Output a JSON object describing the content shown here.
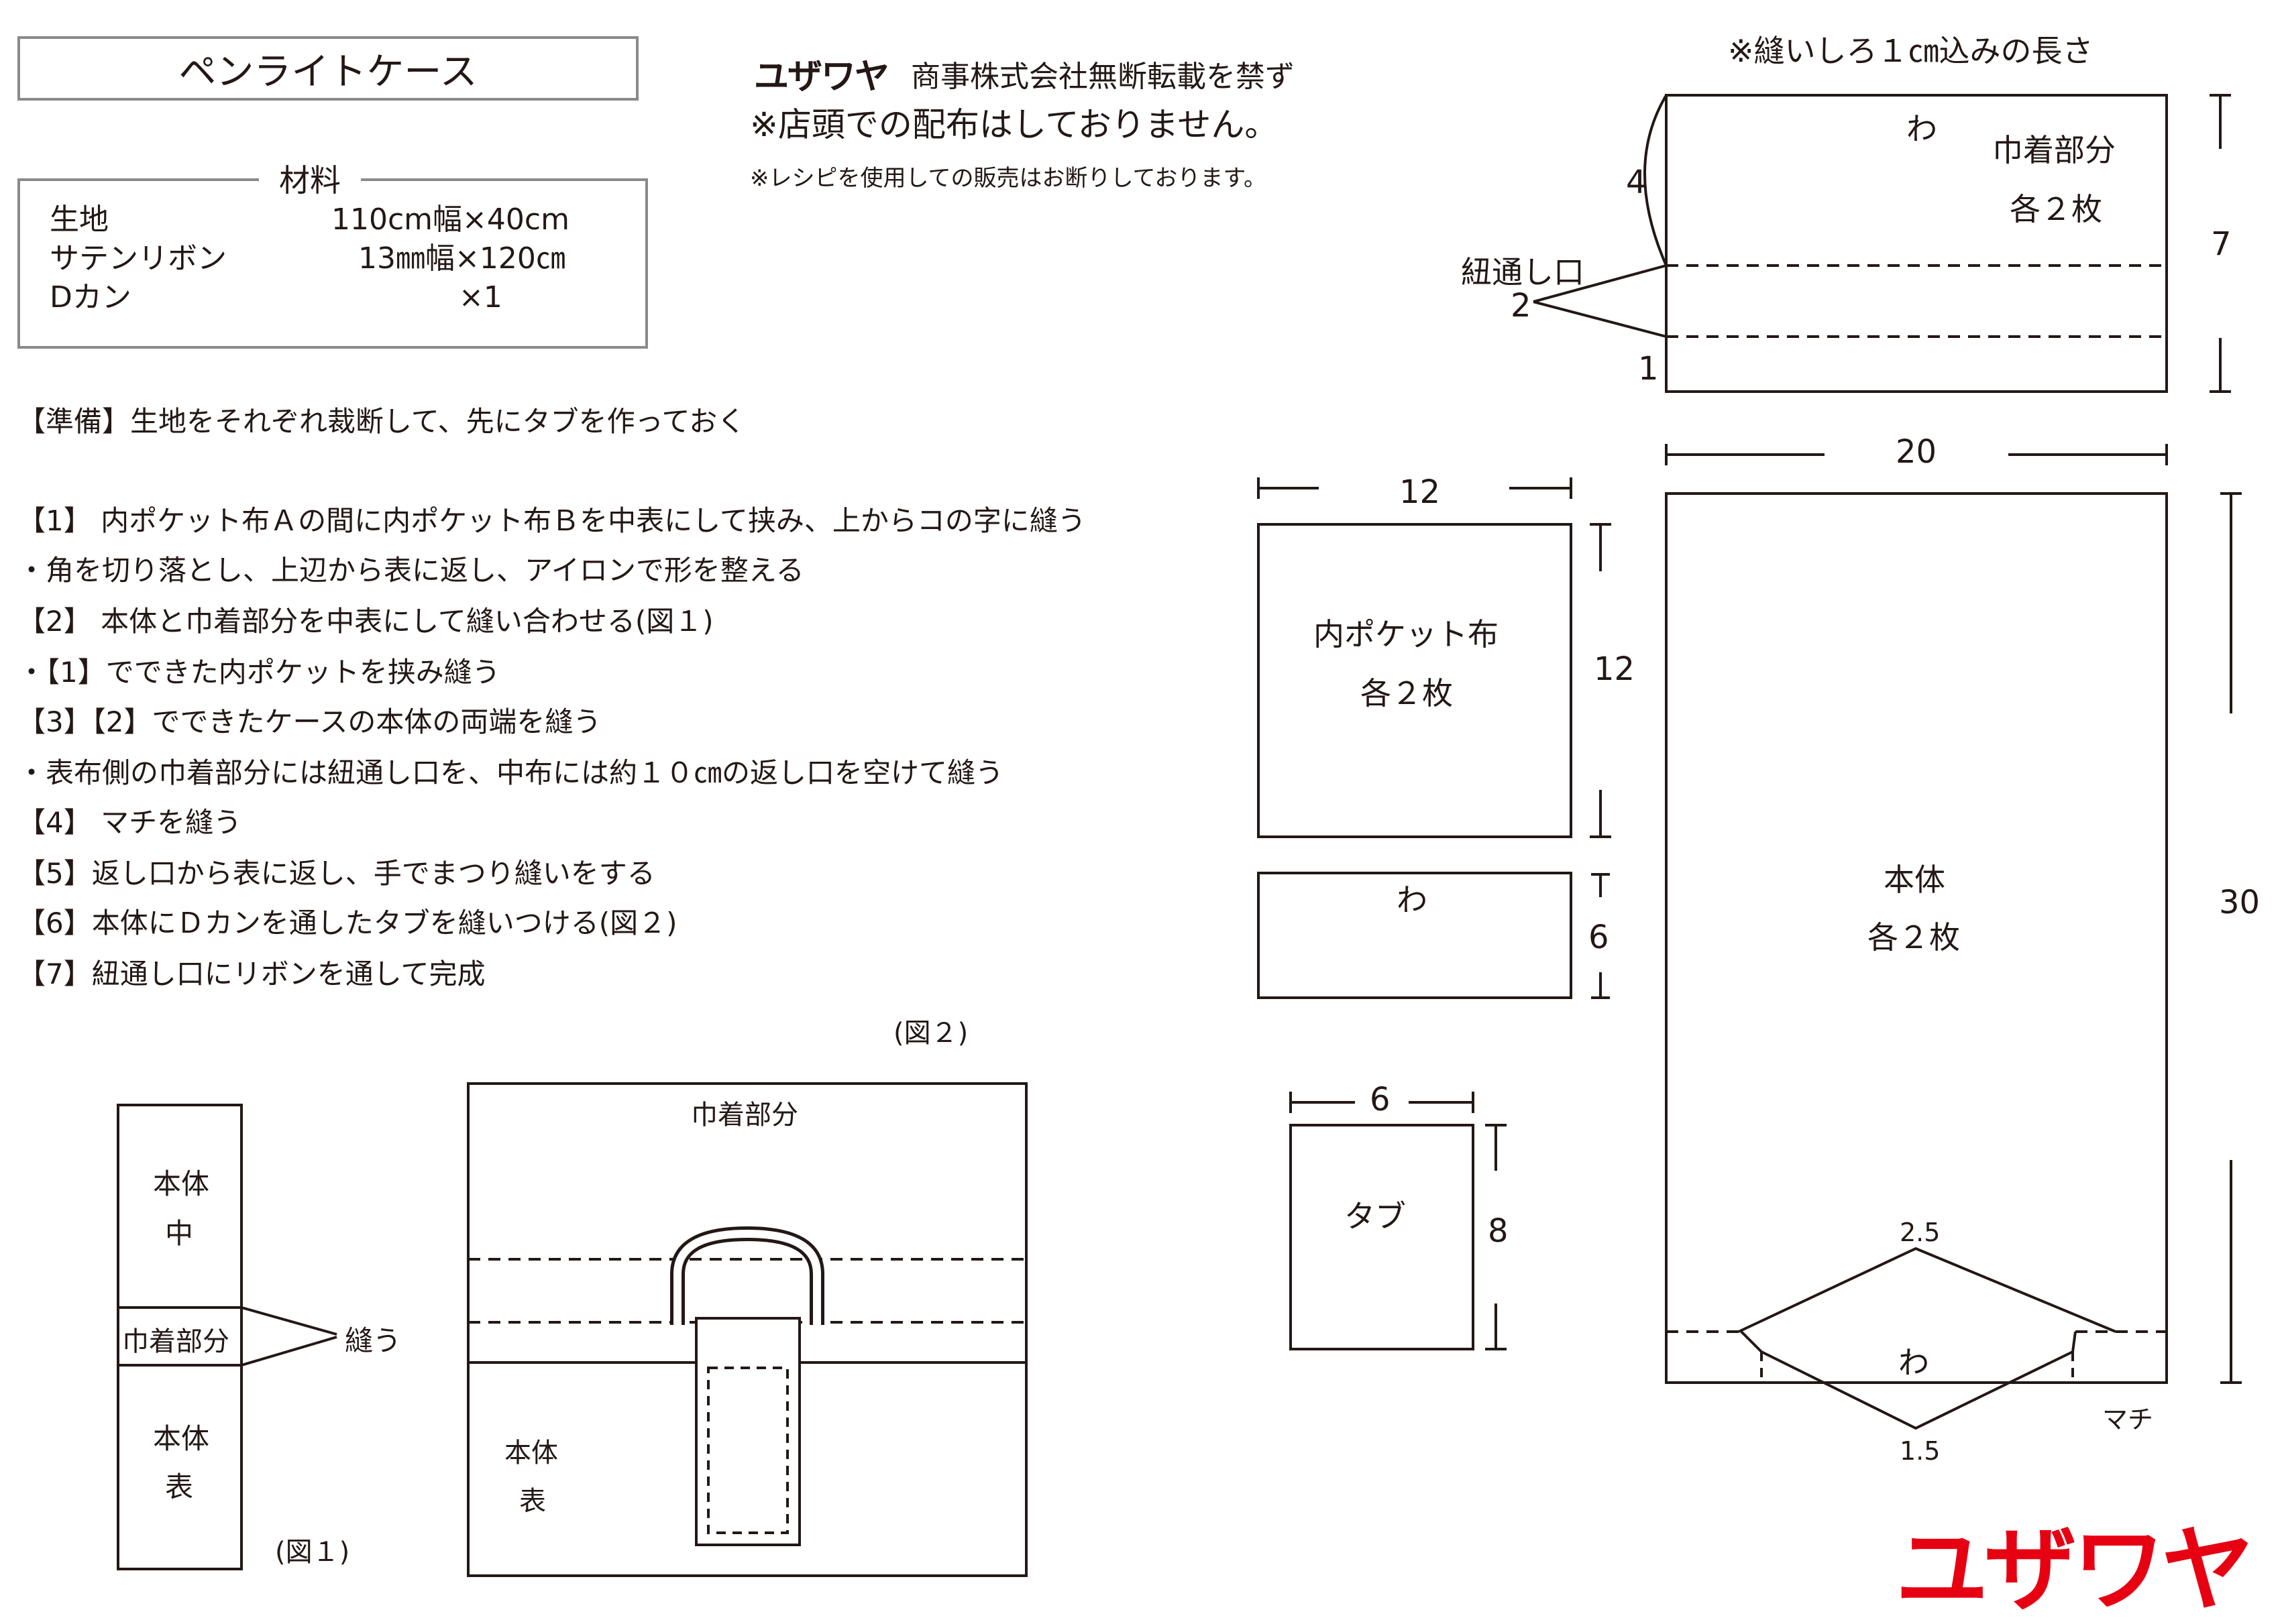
{
  "header": {
    "title": "ペンライトケース",
    "brand": "ユザワヤ",
    "copyright": "商事株式会社無断転載を禁ず",
    "notice_store": "※店頭での配布はしておりません。",
    "notice_sale": "※レシピを使用しての販売はお断りしております。",
    "seam_note": "※縫いしろ１㎝込みの長さ"
  },
  "materials": {
    "heading": "材料",
    "items": [
      {
        "name": "生地",
        "amount": "110cm幅×40cm"
      },
      {
        "name": "サテンリボン",
        "amount": "13㎜幅×120㎝"
      },
      {
        "name": "Dカン",
        "amount": "×1"
      }
    ]
  },
  "instructions": [
    "【準備】生地をそれぞれ裁断して、先にタブを作っておく",
    "【1】 内ポケット布Ａの間に内ポケット布Ｂを中表にして挟み、上からコの字に縫う",
    "・角を切り落とし、上辺から表に返し、アイロンで形を整える",
    "【2】 本体と巾着部分を中表にして縫い合わせる(図１)",
    "・【1】でできた内ポケットを挟み縫う",
    "【3】【2】でできたケースの本体の両端を縫う",
    "・表布側の巾着部分には紐通し口を、中布には約１０㎝の返し口を空けて縫う",
    "【4】 マチを縫う",
    "【5】返し口から表に返し、手でまつり縫いをする",
    "【6】本体にＤカンを通したタブを縫いつける(図２)",
    "【7】紐通し口にリボンを通して完成"
  ],
  "figure1": {
    "caption": "(図１)",
    "top_label_1": "本体",
    "top_label_2": "中",
    "middle_label": "巾着部分",
    "bottom_label_1": "本体",
    "bottom_label_2": "表",
    "sew_label": "縫う"
  },
  "figure2": {
    "caption": "(図２)",
    "top_label": "巾着部分",
    "body_label_1": "本体",
    "body_label_2": "表"
  },
  "pattern": {
    "drawstring": {
      "fold": "わ",
      "name": "巾着部分",
      "count": "各２枚",
      "dim_height": "7",
      "dim_4": "4",
      "dim_2": "2",
      "dim_1": "1",
      "opening_label": "紐通し口"
    },
    "body": {
      "name": "本体",
      "count": "各２枚",
      "dim_width": "20",
      "dim_height": "30",
      "fold": "わ",
      "gusset": "マチ",
      "dim_top": "2.5",
      "dim_bottom": "1.5"
    },
    "pocket": {
      "name": "内ポケット布",
      "count": "各２枚",
      "dim_width": "12",
      "dim_height": "12"
    },
    "pocket_small": {
      "fold": "わ",
      "dim_height": "6"
    },
    "tab": {
      "name": "タブ",
      "dim_width": "6",
      "dim_height": "8"
    }
  },
  "colors": {
    "logo_red": "#e60012",
    "line": "#231815",
    "box_border": "#8a8a8a"
  }
}
